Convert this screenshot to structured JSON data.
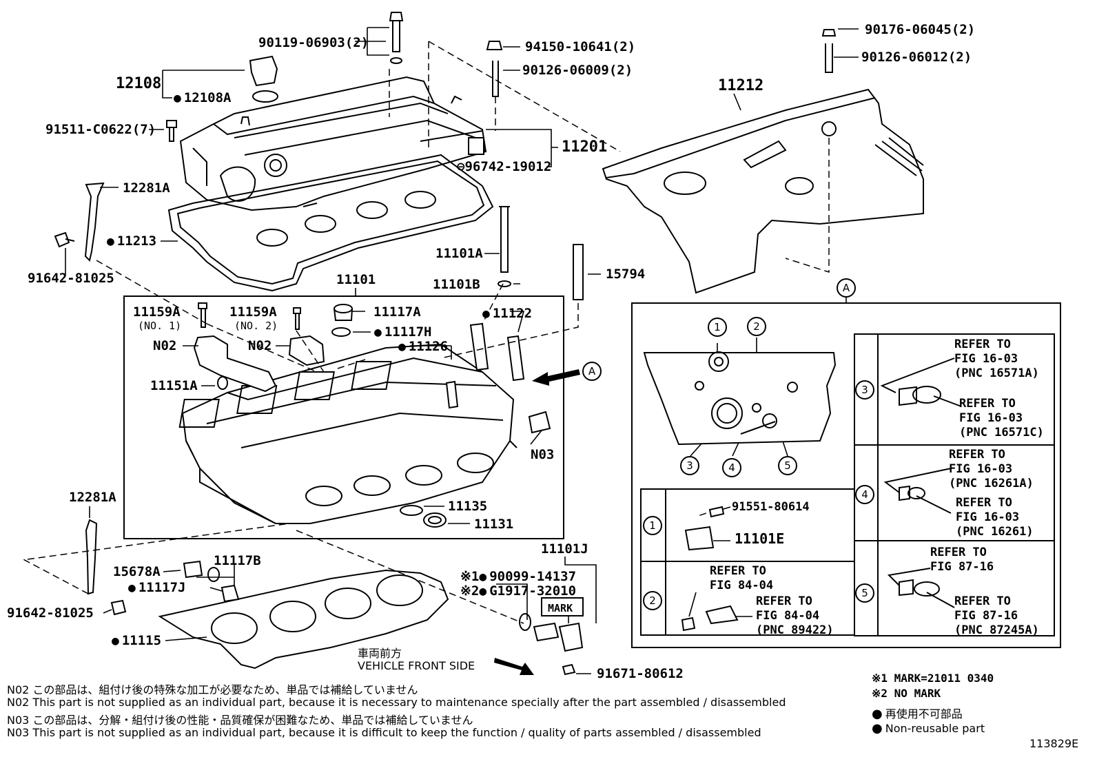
{
  "parts": {
    "p90119": "90119-06903(2)",
    "p12108": "12108",
    "p12108A": "12108A",
    "p91511": "91511-C0622(7)",
    "p12281A_top": "12281A",
    "p11213": "11213",
    "p91642_top": "91642-81025",
    "p94150": "94150-10641(2)",
    "p90126_09": "90126-06009(2)",
    "p11201": "11201",
    "p96742": "96742-19012",
    "p11101A": "11101A",
    "p11101B": "11101B",
    "p15794": "15794",
    "p11101": "11101",
    "p90176": "90176-06045(2)",
    "p90126_12": "90126-06012(2)",
    "p11212": "11212",
    "p11159A_1": "11159A",
    "p11159A_1sub": "(NO. 1)",
    "p11159A_2": "11159A",
    "p11159A_2sub": "(NO. 2)",
    "p11117A": "11117A",
    "p11117H": "11117H",
    "p11122": "11122",
    "p11126": "11126",
    "pN02a": "N02",
    "pN02b": "N02",
    "p11151A": "11151A",
    "pN03": "N03",
    "p11135": "11135",
    "p11131": "11131",
    "p12281A_bot": "12281A",
    "p15678A": "15678A",
    "p11117B": "11117B",
    "p11117J": "11117J",
    "p91642_bot": "91642-81025",
    "p11115": "11115",
    "p11101J": "11101J",
    "p90099": "90099-14137",
    "p90099pre": "※1",
    "pG1917": "G1917-32010",
    "pG1917pre": "※2",
    "pMark": "MARK",
    "p91671": "91671-80612",
    "front_jp": "車両前方",
    "front_en": "VEHICLE FRONT SIDE",
    "arrowA": "A",
    "detailA": "A"
  },
  "detail": {
    "c1": "1",
    "c2": "2",
    "c3": "3",
    "c4": "4",
    "c5": "5",
    "p91551": "91551-80614",
    "p11101E": "11101E",
    "ref2a": "REFER TO\nFIG 84-04",
    "ref2b": "REFER TO\nFIG 84-04\n(PNC 89422)",
    "ref3a": "REFER TO\nFIG 16-03\n(PNC 16571A)",
    "ref3b": "REFER TO\nFIG 16-03\n(PNC 16571C)",
    "ref4a": "REFER TO\nFIG 16-03\n(PNC 16261A)",
    "ref4b": "REFER TO\nFIG 16-03\n(PNC 16261)",
    "ref5a": "REFER TO\nFIG 87-16",
    "ref5b": "REFER TO\nFIG 87-16\n(PNC 87245A)"
  },
  "notes": {
    "n1": "N02  この部品は、組付け後の特殊な加工が必要なため、単品では補給していません",
    "n2": "N02  This part is not supplied as an individual part, because it is necessary to maintenance specially after the part assembled / disassembled",
    "n3": "N03  この部品は、分解・組付け後の性能・品質確保が困難なため、単品では補給していません",
    "n4": "N03  This part is not supplied as an individual part, because it is difficult to keep the function / quality of parts  assembled / disassembled"
  },
  "legend": {
    "l1": "※1 MARK=21011 0340",
    "l2": "※2 NO MARK",
    "l3": "再使用不可部品",
    "l4": "Non-reusable part",
    "figno": "113829E"
  }
}
